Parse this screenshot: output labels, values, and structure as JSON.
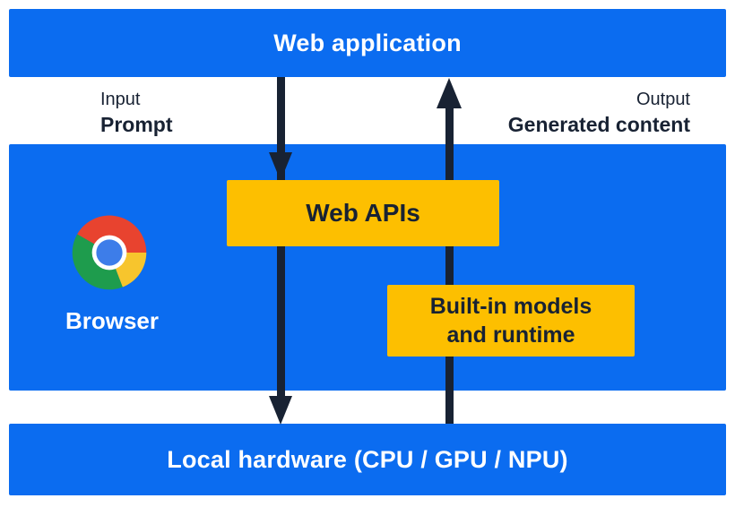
{
  "colors": {
    "blue": "#0b6cf0",
    "yellow": "#fdbf00",
    "dark": "#182233",
    "white": "#ffffff",
    "chrome-red": "#e8432f",
    "chrome-green": "#1e9c4d",
    "chrome-yellow": "#f7c52d",
    "chrome-blue": "#3d7de9"
  },
  "top_bar": {
    "label": "Web application"
  },
  "input_flow": {
    "caption": "Input",
    "label": "Prompt"
  },
  "output_flow": {
    "caption": "Output",
    "label": "Generated content"
  },
  "browser": {
    "label": "Browser",
    "logo": "chrome-logo"
  },
  "web_apis_box": {
    "label": "Web APIs"
  },
  "builtin_box": {
    "line1": "Built-in models",
    "line2": "and runtime"
  },
  "bottom_bar": {
    "label": "Local hardware (CPU / GPU / NPU)"
  },
  "arrows": {
    "down": "prompt-flow: web application -> web apis -> local hardware",
    "up": "generated-content-flow: local hardware -> built-in models -> web application"
  }
}
